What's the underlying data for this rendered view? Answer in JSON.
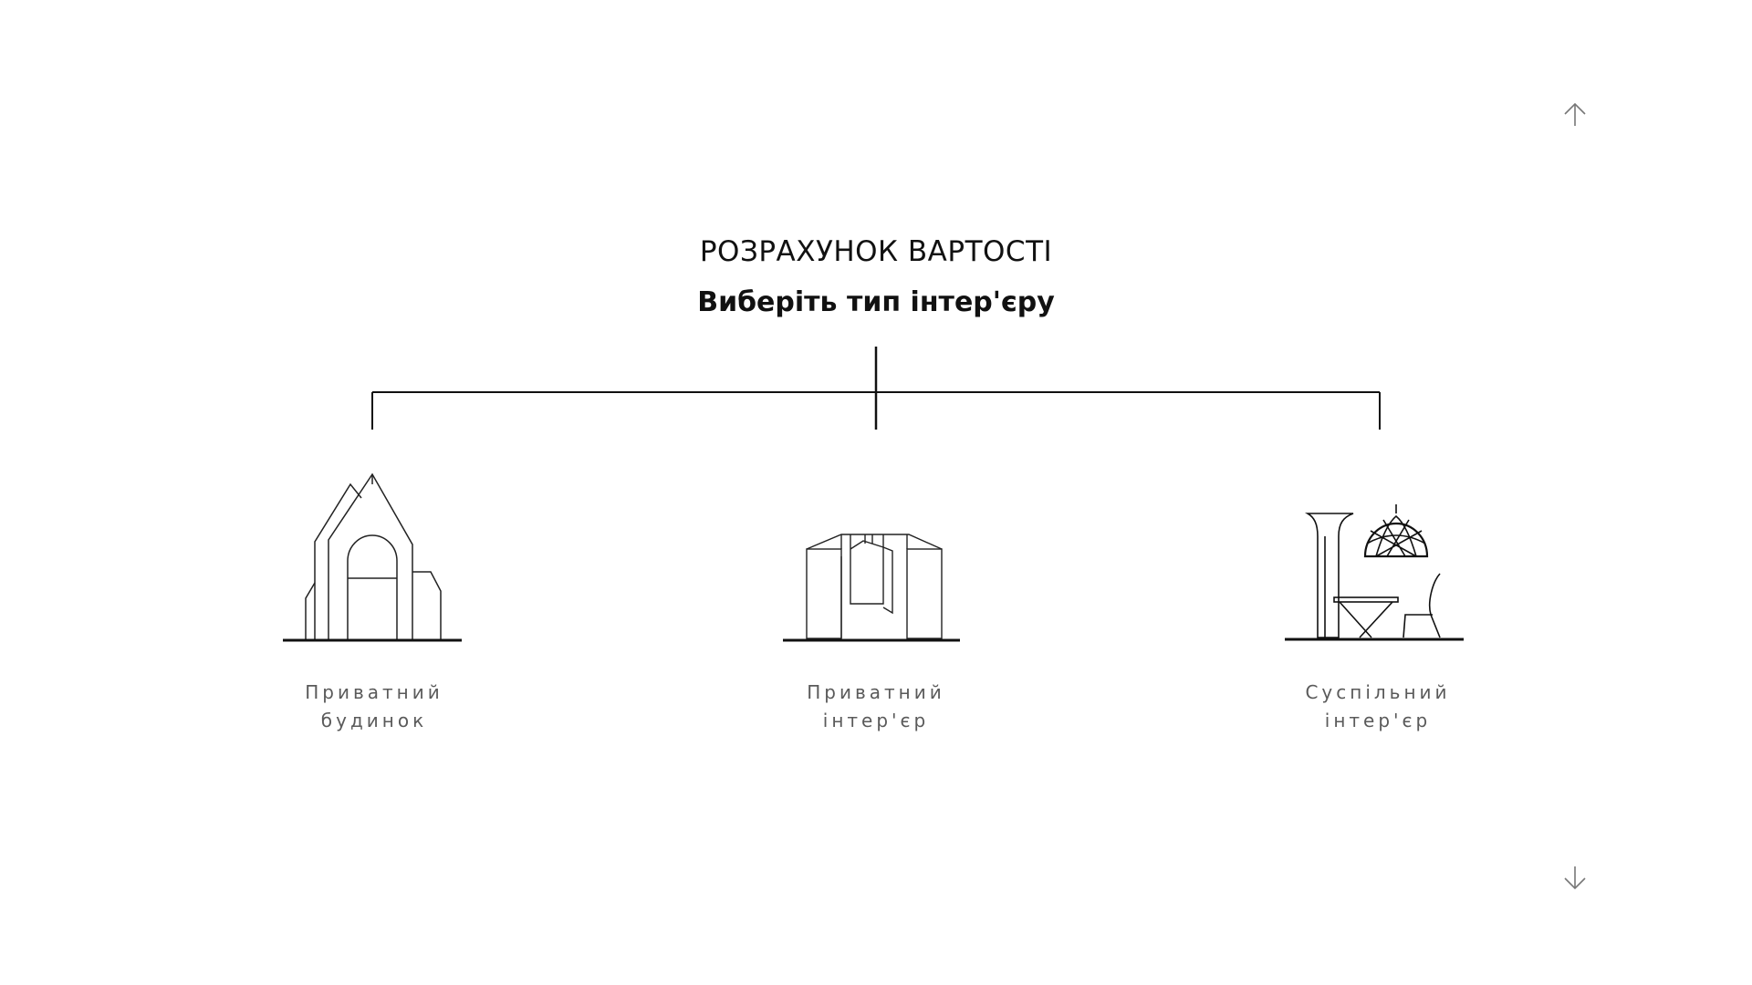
{
  "header": {
    "title": "РОЗРАХУНОК ВАРТОСТІ",
    "subtitle": "Виберіть тип інтер'єру"
  },
  "navigation": {
    "up_icon": "arrow-up-icon",
    "down_icon": "arrow-down-icon"
  },
  "options": [
    {
      "icon": "house-icon",
      "label_line1": "Приватний",
      "label_line2": "будинок"
    },
    {
      "icon": "private-interior-icon",
      "label_line1": "Приватний",
      "label_line2": "інтер'єр"
    },
    {
      "icon": "public-interior-icon",
      "label_line1": "Суспільний",
      "label_line2": "інтер'єр"
    }
  ],
  "colors": {
    "line": "#111111",
    "label": "#5a5a5a",
    "arrow": "#777777",
    "background": "#ffffff"
  }
}
